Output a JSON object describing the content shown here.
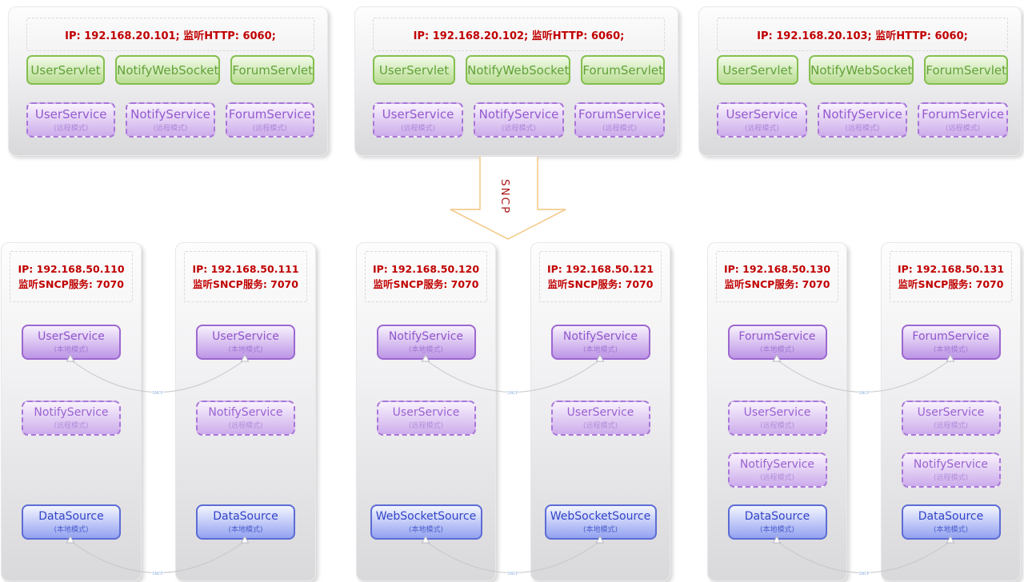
{
  "arrow": {
    "label": "SNCP"
  },
  "connector": {
    "label": "SNCP"
  },
  "top_servers": [
    {
      "header": "IP: 192.168.20.101;  监听HTTP: 6060;",
      "servlets": [
        "UserServlet",
        "NotifyWebSocket",
        "ForumServlet"
      ],
      "services": [
        {
          "name": "UserService",
          "mode": "(远程模式)"
        },
        {
          "name": "NotifyService",
          "mode": "(远程模式)"
        },
        {
          "name": "ForumService",
          "mode": "(远程模式)"
        }
      ]
    },
    {
      "header": "IP: 192.168.20.102;  监听HTTP: 6060;",
      "servlets": [
        "UserServlet",
        "NotifyWebSocket",
        "ForumServlet"
      ],
      "services": [
        {
          "name": "UserService",
          "mode": "(远程模式)"
        },
        {
          "name": "NotifyService",
          "mode": "(远程模式)"
        },
        {
          "name": "ForumService",
          "mode": "(远程模式)"
        }
      ]
    },
    {
      "header": "IP: 192.168.20.103;  监听HTTP: 6060;",
      "servlets": [
        "UserServlet",
        "NotifyWebSocket",
        "ForumServlet"
      ],
      "services": [
        {
          "name": "UserService",
          "mode": "(远程模式)"
        },
        {
          "name": "NotifyService",
          "mode": "(远程模式)"
        },
        {
          "name": "ForumService",
          "mode": "(远程模式)"
        }
      ]
    }
  ],
  "bottom_nodes": [
    {
      "header_ip": "IP: 192.168.50.110",
      "header_listen": "监听SNCP服务: 7070",
      "services": [
        {
          "name": "UserService",
          "mode": "(本地模式)"
        },
        {
          "name": "NotifyService",
          "mode": "(远程模式)"
        },
        {
          "name": "DataSource",
          "mode": "(本地模式)"
        }
      ]
    },
    {
      "header_ip": "IP: 192.168.50.111",
      "header_listen": "监听SNCP服务: 7070",
      "services": [
        {
          "name": "UserService",
          "mode": "(本地模式)"
        },
        {
          "name": "NotifyService",
          "mode": "(远程模式)"
        },
        {
          "name": "DataSource",
          "mode": "(本地模式)"
        }
      ]
    },
    {
      "header_ip": "IP: 192.168.50.120",
      "header_listen": "监听SNCP服务: 7070",
      "services": [
        {
          "name": "NotifyService",
          "mode": "(本地模式)"
        },
        {
          "name": "UserService",
          "mode": "(远程模式)"
        },
        {
          "name": "WebSocketSource",
          "mode": "(本地模式)"
        }
      ]
    },
    {
      "header_ip": "IP: 192.168.50.121",
      "header_listen": "监听SNCP服务: 7070",
      "services": [
        {
          "name": "NotifyService",
          "mode": "(本地模式)"
        },
        {
          "name": "UserService",
          "mode": "(远程模式)"
        },
        {
          "name": "WebSocketSource",
          "mode": "(本地模式)"
        }
      ]
    },
    {
      "header_ip": "IP: 192.168.50.130",
      "header_listen": "监听SNCP服务: 7070",
      "services": [
        {
          "name": "ForumService",
          "mode": "(本地模式)"
        },
        {
          "name": "UserService",
          "mode": "(远程模式)"
        },
        {
          "name": "NotifyService",
          "mode": "(远程模式)"
        },
        {
          "name": "DataSource",
          "mode": "(本地模式)"
        }
      ]
    },
    {
      "header_ip": "IP: 192.168.50.131",
      "header_listen": "监听SNCP服务: 7070",
      "services": [
        {
          "name": "ForumService",
          "mode": "(本地模式)"
        },
        {
          "name": "UserService",
          "mode": "(远程模式)"
        },
        {
          "name": "NotifyService",
          "mode": "(远程模式)"
        },
        {
          "name": "DataSource",
          "mode": "(本地模式)"
        }
      ]
    }
  ]
}
